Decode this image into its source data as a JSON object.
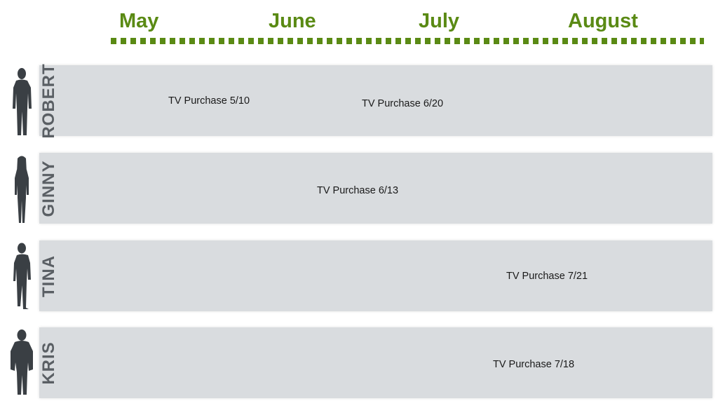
{
  "months": [
    "May",
    "June",
    "July",
    "August"
  ],
  "people": [
    {
      "name": "ROBERT",
      "events": [
        "TV Purchase 5/10",
        "TV Purchase 6/20"
      ]
    },
    {
      "name": "GINNY",
      "events": [
        "TV Purchase 6/13"
      ]
    },
    {
      "name": "TINA",
      "events": [
        "TV Purchase 7/21"
      ]
    },
    {
      "name": "KRIS",
      "events": [
        "TV Purchase 7/18"
      ]
    }
  ],
  "colors": {
    "month_text": "#5a8a14",
    "lane_background": "#d9dcdf",
    "name_text": "#5a5f64",
    "silhouette": "#3a3f44"
  }
}
